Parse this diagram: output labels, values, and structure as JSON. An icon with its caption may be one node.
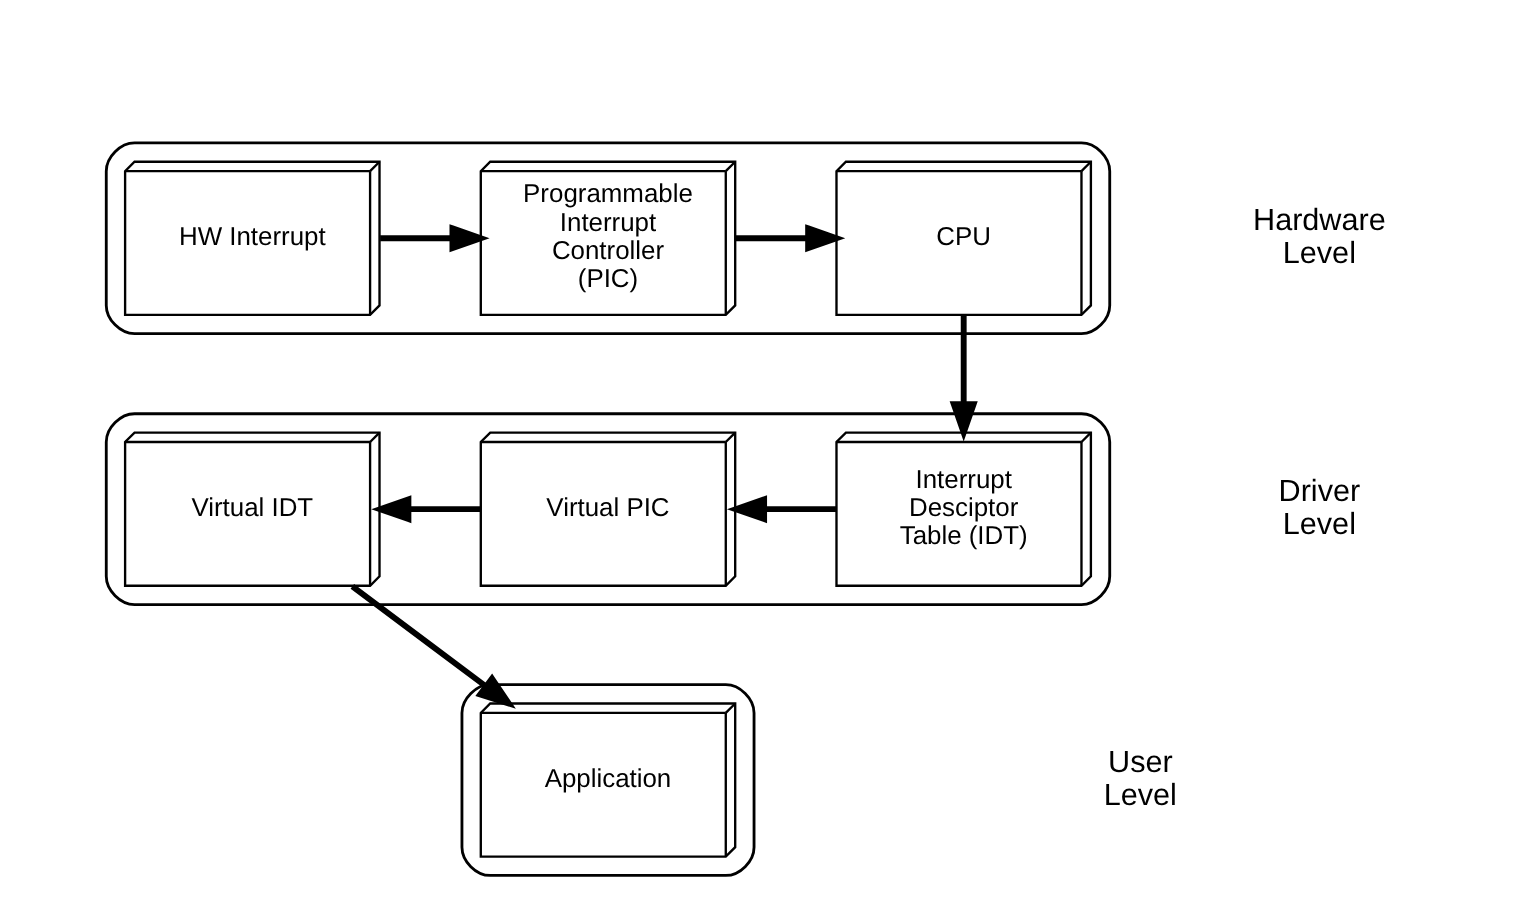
{
  "diagram": {
    "nodes": [
      {
        "text": [],
        "shape": "box"
      },
      {
        "text": [
          "HW Interrupt"
        ],
        "in": 0
      },
      {
        "text": [
          "Programmable Interrupt Controller (PIC)"
        ],
        "in": 0
      },
      {
        "text": [
          "CPU"
        ],
        "in": 0
      },
      {
        "text": [],
        "shape": "box"
      },
      {
        "text": [
          "Virtual IDT"
        ],
        "in": 4
      },
      {
        "text": [
          "Virtual PIC"
        ],
        "in": 4
      },
      {
        "text": [
          "Interrupt Desciptor Table (IDT)"
        ],
        "in": 4
      },
      {
        "text": [],
        "shape": "box"
      },
      {
        "text": [
          "Application"
        ],
        "in": 8
      }
    ],
    "edges": [
      {
        "from": 1,
        "to": 2,
        "arrow": "to"
      },
      {
        "from": 2,
        "to": 3,
        "arrow": "to"
      },
      {
        "from": 3,
        "to": 7,
        "arrow": "to"
      },
      {
        "from": 7,
        "to": 6,
        "arrow": "to"
      },
      {
        "from": 6,
        "to": 5,
        "arrow": "to"
      },
      {
        "from": 5,
        "to": 9,
        "arrow": "to"
      }
    ],
    "labels": [
      "Hardware Level",
      "Driver Level",
      "User Level"
    ]
  }
}
